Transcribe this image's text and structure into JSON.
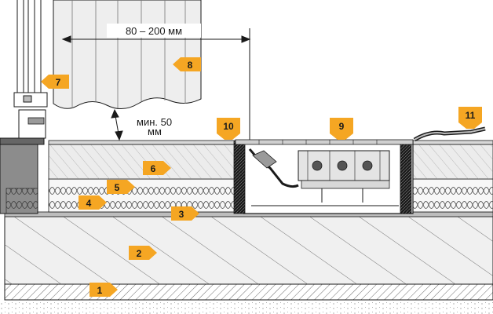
{
  "dimensions": {
    "width_range": "80 – 200 мм",
    "min_gap_line1": "мин. 50",
    "min_gap_line2": "мм"
  },
  "callouts": [
    {
      "num": "1"
    },
    {
      "num": "2"
    },
    {
      "num": "3"
    },
    {
      "num": "4"
    },
    {
      "num": "5"
    },
    {
      "num": "6"
    },
    {
      "num": "7"
    },
    {
      "num": "8"
    },
    {
      "num": "9"
    },
    {
      "num": "10"
    },
    {
      "num": "11"
    }
  ],
  "colors": {
    "accent": "#f5a623",
    "stroke": "#1a1a1a",
    "screed": "#ececec",
    "slab": "#f0f0f0",
    "insulation": "#f7f7f7",
    "radiator": "#e4e4e4",
    "channel": "#cfcfcf",
    "frame": "#9a9a9a"
  }
}
